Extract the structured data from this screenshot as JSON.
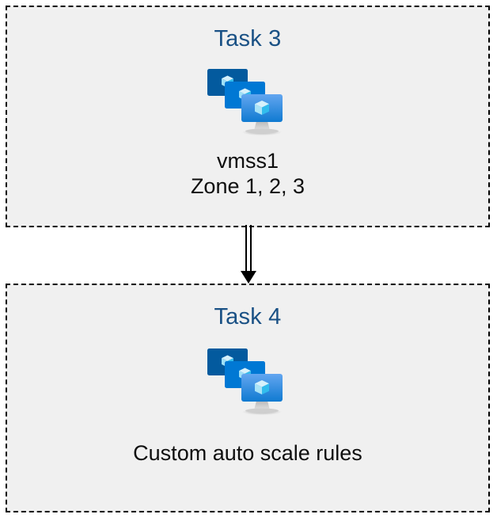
{
  "diagram": {
    "type": "flow",
    "background_color": "#ffffff",
    "box_fill_color": "#f0f0f0",
    "box_border_color": "#000000",
    "box_border_style": "dashed",
    "title_color": "#1a5185",
    "caption_color": "#0e0e0e",
    "connector_color": "#000000"
  },
  "nodes": [
    {
      "id": "task3",
      "title": "Task 3",
      "icon": "virtual-machine-scale-set-icon",
      "caption_line1": "vmss1",
      "caption_line2": "Zone 1, 2, 3"
    },
    {
      "id": "task4",
      "title": "Task 4",
      "icon": "virtual-machine-scale-set-icon",
      "caption_line1": "Custom auto scale rules",
      "caption_line2": ""
    }
  ],
  "connector": {
    "from": "task3",
    "to": "task4",
    "style": "double-line-arrow",
    "direction": "down"
  },
  "icon_colors": {
    "monitor_back": "#035a9e",
    "monitor_middle": "#0078d4",
    "monitor_front_top": "#63a6f0",
    "monitor_front_bottom": "#0f7ad1",
    "cube_light": "#d7f1fb",
    "cube_mid": "#9fe0f7",
    "cube_dark": "#32bced",
    "stand": "#a8a8a8"
  }
}
